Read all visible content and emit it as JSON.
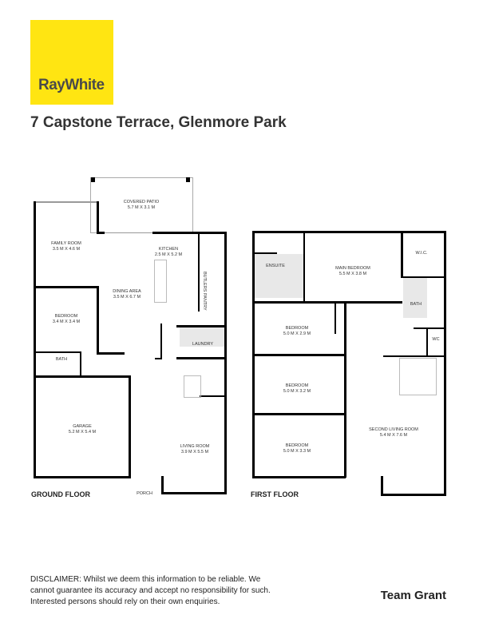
{
  "brand": {
    "logo_text": "RayWhite",
    "color": "#ffe512"
  },
  "title": "7 Capstone Terrace, Glenmore Park",
  "ground_floor": {
    "label": "GROUND FLOOR",
    "rooms": [
      {
        "name": "COVERED PATIO",
        "size": "5.7 M X 3.1 M"
      },
      {
        "name": "FAMILY ROOM",
        "size": "3.5 M X 4.6 M"
      },
      {
        "name": "KITCHEN",
        "size": "2.5 M X 5.2 M"
      },
      {
        "name": "DINING AREA",
        "size": "3.5 M X 6.7 M"
      },
      {
        "name": "BEDROOM",
        "size": "3.4 M X 3.4 M"
      },
      {
        "name": "BUTLERS PANTRY",
        "size": ""
      },
      {
        "name": "LAUNDRY",
        "size": ""
      },
      {
        "name": "BATH",
        "size": ""
      },
      {
        "name": "GARAGE",
        "size": "5.2 M X 5.4 M"
      },
      {
        "name": "LIVING ROOM",
        "size": "3.9 M X 5.5 M"
      },
      {
        "name": "PORCH",
        "size": ""
      }
    ]
  },
  "first_floor": {
    "label": "FIRST FLOOR",
    "rooms": [
      {
        "name": "ENSUITE",
        "size": ""
      },
      {
        "name": "MAIN BEDROOM",
        "size": "5.5 M X 3.8 M"
      },
      {
        "name": "W.I.C.",
        "size": ""
      },
      {
        "name": "BATH",
        "size": ""
      },
      {
        "name": "WC",
        "size": ""
      },
      {
        "name": "BEDROOM",
        "size": "5.0 M X 2.9 M"
      },
      {
        "name": "BEDROOM",
        "size": "5.0 M X 3.2 M"
      },
      {
        "name": "BEDROOM",
        "size": "5.0 M X 3.3 M"
      },
      {
        "name": "SECOND LIVING ROOM",
        "size": "5.4 M X 7.6 M"
      }
    ]
  },
  "disclaimer": "DISCLAIMER: Whilst we deem this information to be reliable. We cannot guarantee its accuracy and accept no responsibility for such. Interested persons should rely on their own enquiries.",
  "agent": "Team Grant"
}
